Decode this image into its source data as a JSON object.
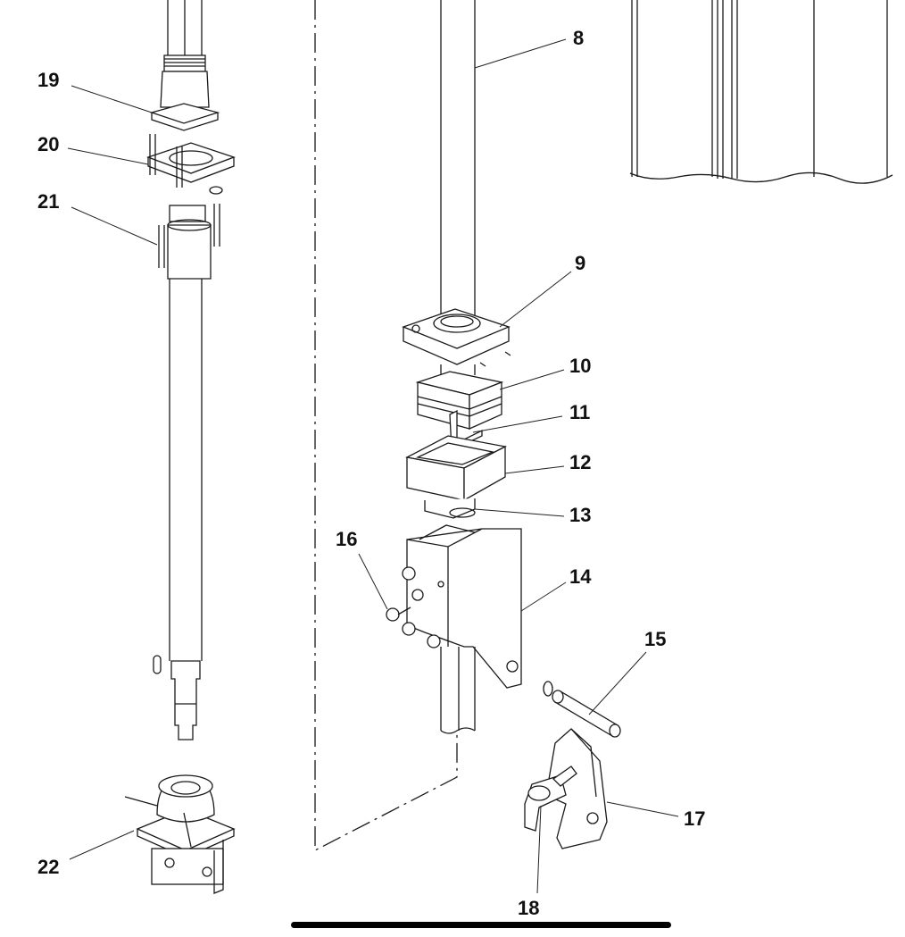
{
  "callouts": [
    {
      "id": "8",
      "text": "8"
    },
    {
      "id": "9",
      "text": "9"
    },
    {
      "id": "10",
      "text": "10"
    },
    {
      "id": "11",
      "text": "11"
    },
    {
      "id": "12",
      "text": "12"
    },
    {
      "id": "13",
      "text": "13"
    },
    {
      "id": "14",
      "text": "14"
    },
    {
      "id": "15",
      "text": "15"
    },
    {
      "id": "16",
      "text": "16"
    },
    {
      "id": "17",
      "text": "17"
    },
    {
      "id": "18",
      "text": "18"
    },
    {
      "id": "19",
      "text": "19"
    },
    {
      "id": "20",
      "text": "20"
    },
    {
      "id": "21",
      "text": "21"
    },
    {
      "id": "22",
      "text": "22"
    }
  ]
}
